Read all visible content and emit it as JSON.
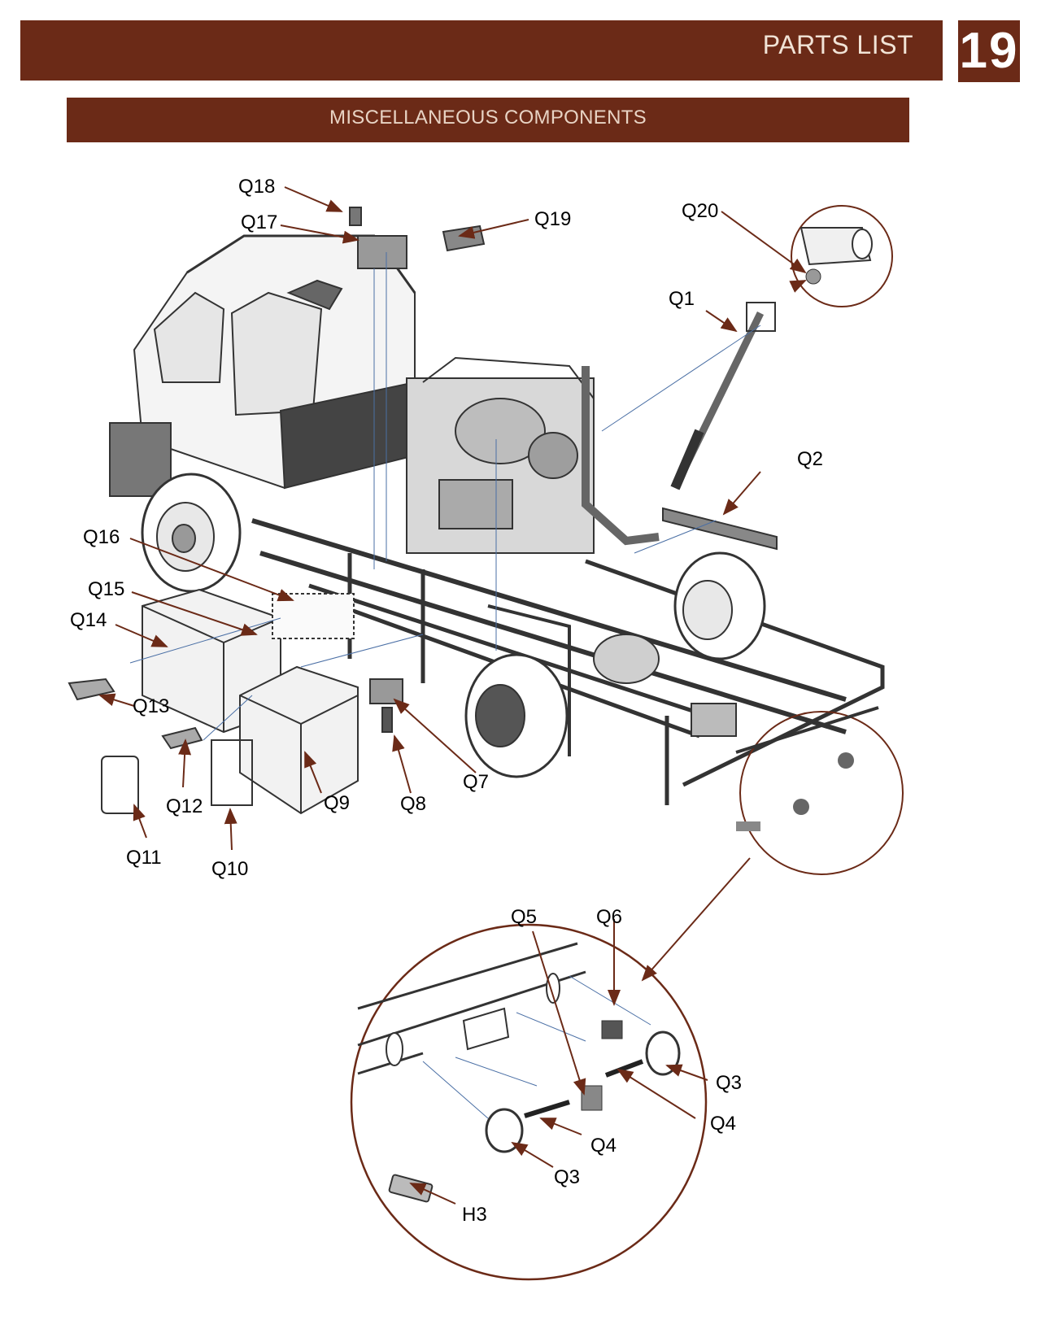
{
  "header": {
    "title": "PARTS LIST",
    "page_number": "19"
  },
  "section": {
    "title": "MISCELLANEOUS COMPONENTS"
  },
  "callouts": {
    "Q18": "Q18",
    "Q17": "Q17",
    "Q19": "Q19",
    "Q20": "Q20",
    "Q1": "Q1",
    "Q2": "Q2",
    "Q16": "Q16",
    "Q15": "Q15",
    "Q14": "Q14",
    "Q13": "Q13",
    "Q12": "Q12",
    "Q11": "Q11",
    "Q10": "Q10",
    "Q9": "Q9",
    "Q8": "Q8",
    "Q7": "Q7",
    "Q5": "Q5",
    "Q6": "Q6",
    "Q3a": "Q3",
    "Q4a": "Q4",
    "Q4b": "Q4",
    "Q3b": "Q3",
    "H3": "H3"
  },
  "colors": {
    "brand": "#6b2a17",
    "leader": "#6b2a17",
    "line_art": "#333333",
    "hidden_line": "#4a6fa5"
  }
}
